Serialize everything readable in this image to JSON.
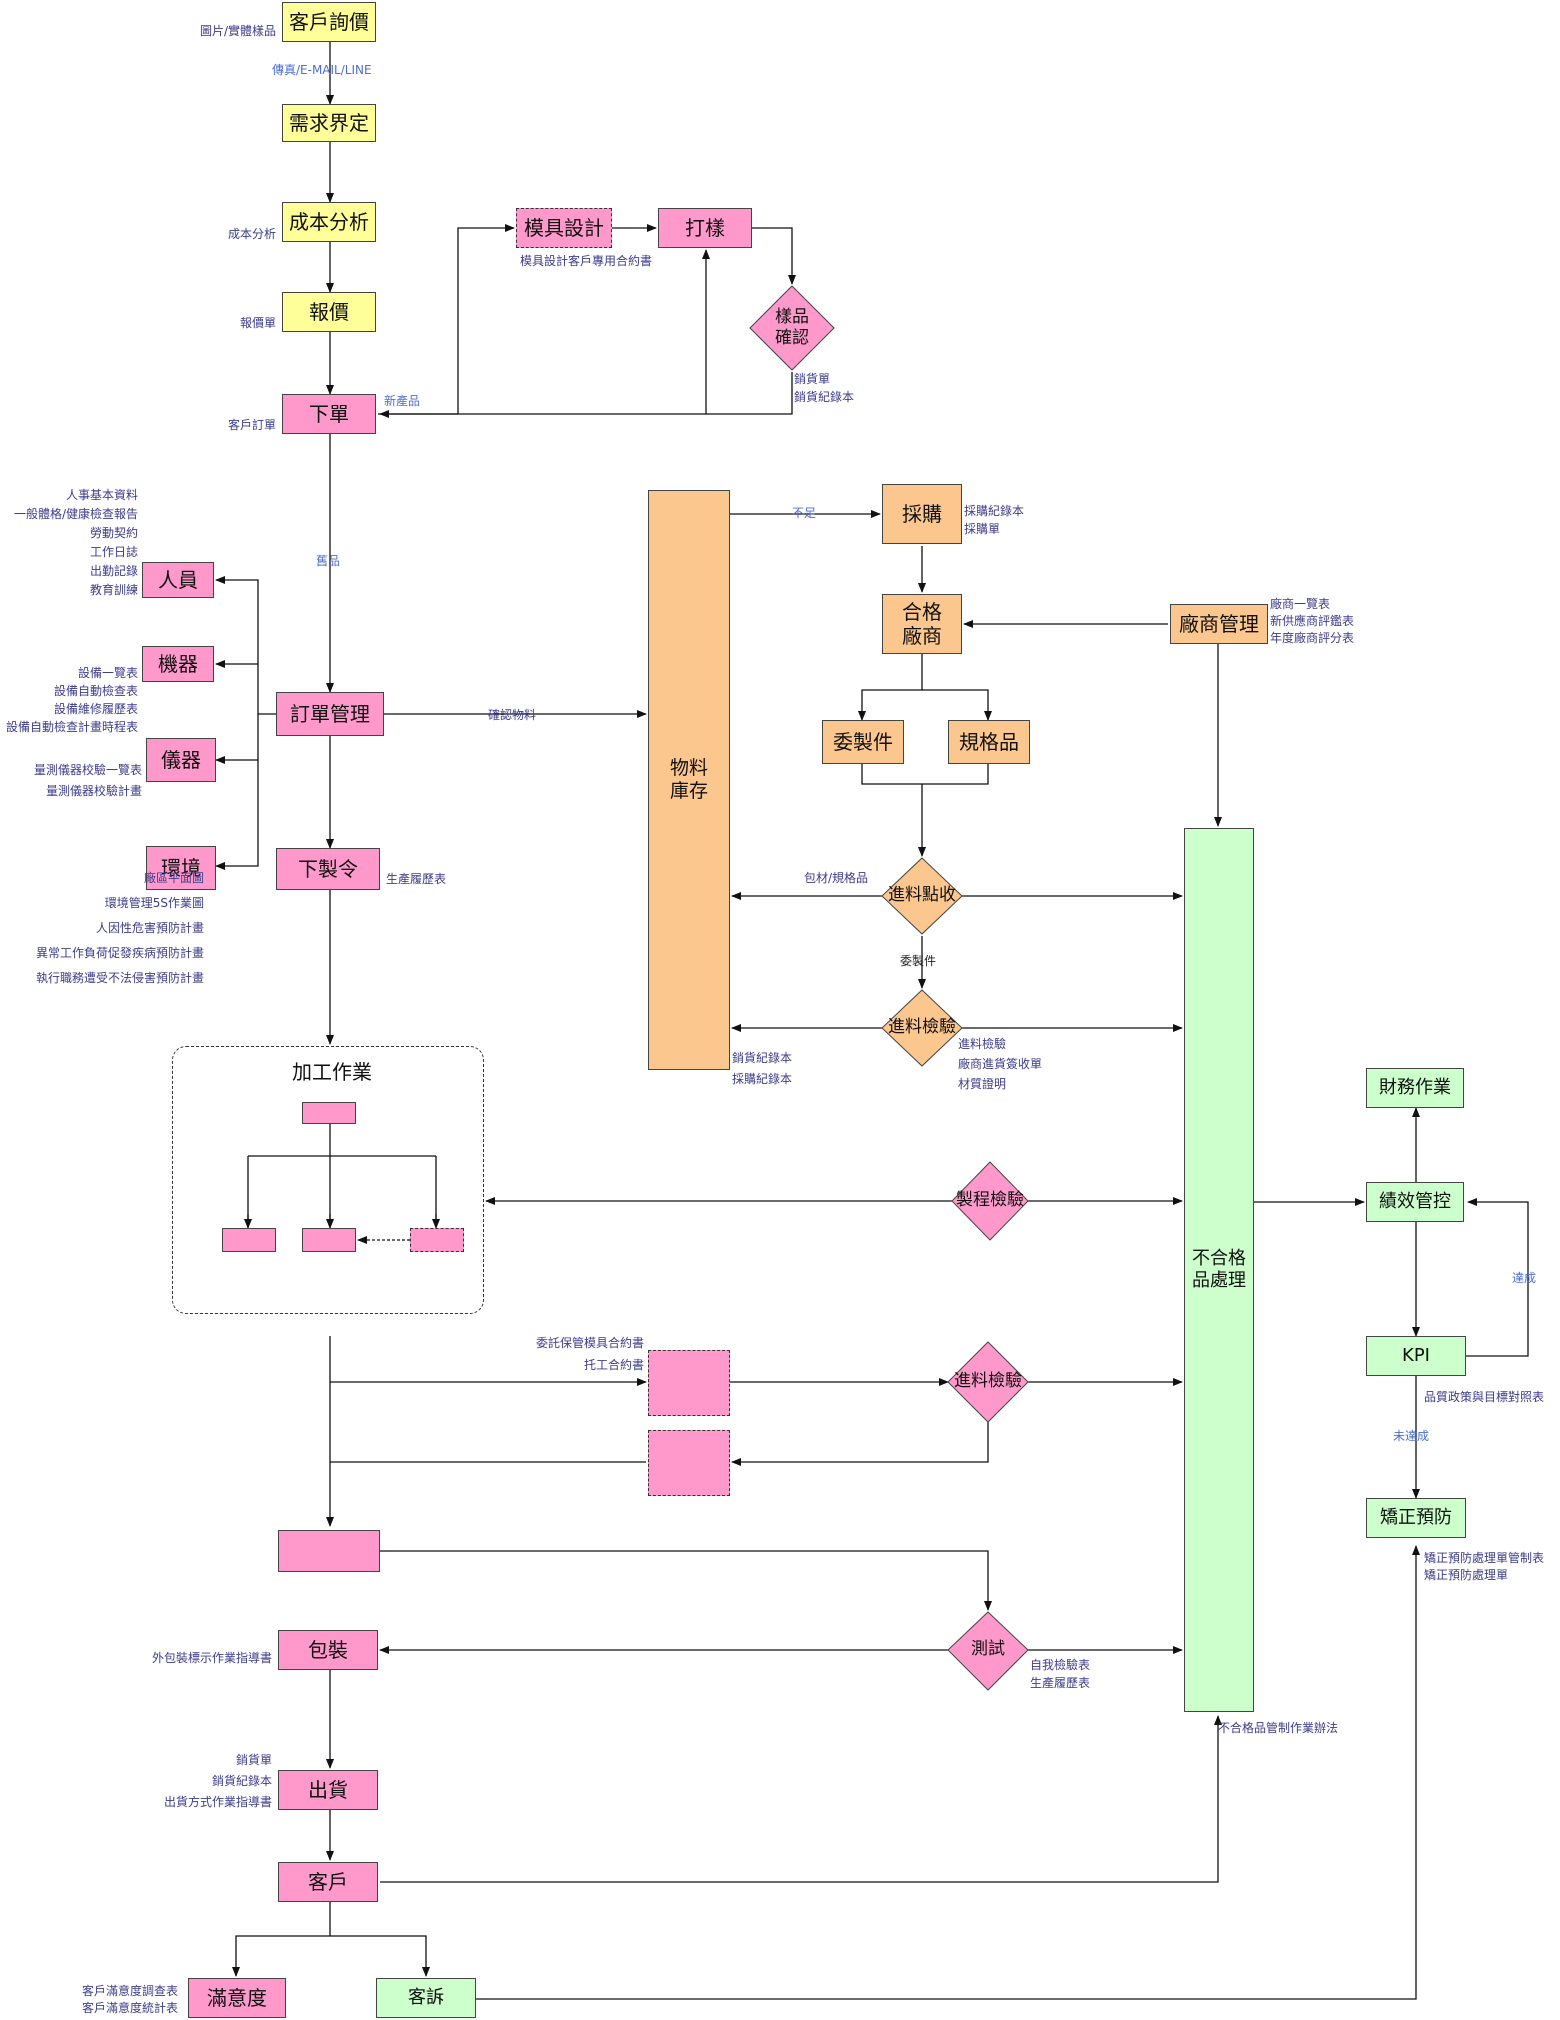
{
  "nodes": {
    "inquiry": "客戶詢價",
    "requirement": "需求界定",
    "cost_analysis": "成本分析",
    "quote": "報價",
    "order": "下單",
    "mold_design": "模具設計",
    "sampling": "打樣",
    "sample_confirm": "樣品\n確認",
    "personnel": "人員",
    "machine": "機器",
    "instrument": "儀器",
    "environment": "環境",
    "order_mgmt": "訂單管理",
    "work_order": "下製令",
    "processing_title": "加工作業",
    "inventory": "物料\n庫存",
    "purchase": "採購",
    "qualified_vendor": "合格\n廠商",
    "vendor_mgmt": "廠商管理",
    "outsourced": "委製件",
    "standard": "規格品",
    "incoming_count": "進料點收",
    "incoming_inspect_1": "進料檢驗",
    "process_inspect": "製程檢驗",
    "incoming_inspect_2": "進料檢驗",
    "test": "測試",
    "packaging": "包裝",
    "shipping": "出貨",
    "customer": "客戶",
    "satisfaction": "滿意度",
    "complaint": "客訴",
    "nonconforming": "不合格\n品處理",
    "finance": "財務作業",
    "performance": "績效管控",
    "kpi": "KPI",
    "corrective": "矯正預防"
  },
  "labels": {
    "inquiry_doc": "圖片/實體樣品",
    "fax_email": "傳真/E-MAIL/LINE",
    "cost_doc": "成本分析",
    "quote_doc": "報價單",
    "order_doc": "客戶訂單",
    "new_product": "新產品",
    "mold_contract": "模具設計客戶專用合約書",
    "sample_docs": "銷貨單\n銷貨紀錄本",
    "personnel_docs": "人事基本資料\n一般體格/健康檢查報告\n勞動契約\n工作日誌\n出勤記錄\n教育訓練",
    "machine_docs": "設備一覽表\n設備自動檢查表\n設備維修履歷表\n設備自動檢查計畫時程表",
    "instrument_docs": "量測儀器校驗一覽表\n量測儀器校驗計畫",
    "environment_docs": "廠區平面圖\n\n環境管理5S作業圖\n\n人因性危害預防計畫\n\n異常工作負荷促發疾病預防計畫\n\n執行職務遭受不法侵害預防計畫",
    "old_product": "舊品",
    "confirm_material": "確認物料",
    "production_record": "生產履歷表",
    "insufficient": "不足",
    "purchase_docs": "採購紀錄本\n採購單",
    "vendor_docs": "廠商一覽表\n新供應商評鑑表\n年度廠商評分表",
    "packing_std": "包材/規格品",
    "outsourced_part": "委製件",
    "inventory_docs": "銷貨紀錄本\n採購紀錄本",
    "incoming_docs": "進料檢驗\n廠商進貨簽收單\n材質證明",
    "consign_docs": "委託保管模具合約書\n托工合約書",
    "test_docs": "自我檢驗表\n生產履歷表",
    "packaging_doc": "外包裝標示作業指導書",
    "shipping_docs": "銷貨單\n銷貨紀錄本\n出貨方式作業指導書",
    "nonconforming_doc": "不合格品管制作業辦法",
    "achieved": "達成",
    "quality_policy": "品質政策與目標對照表",
    "not_achieved": "未達成",
    "corrective_docs": "矯正預防處理單管制表\n矯正預防處理單",
    "satisfaction_docs": "客戶滿意度調查表\n客戶滿意度統計表"
  },
  "colors": {
    "yellow": "#ffff99",
    "pink": "#ff99cc",
    "orange": "#fcc78f",
    "green": "#ccffcc",
    "line": "#111111",
    "label_text": "#3d3d8a",
    "label_blue": "#4c6fd0"
  }
}
